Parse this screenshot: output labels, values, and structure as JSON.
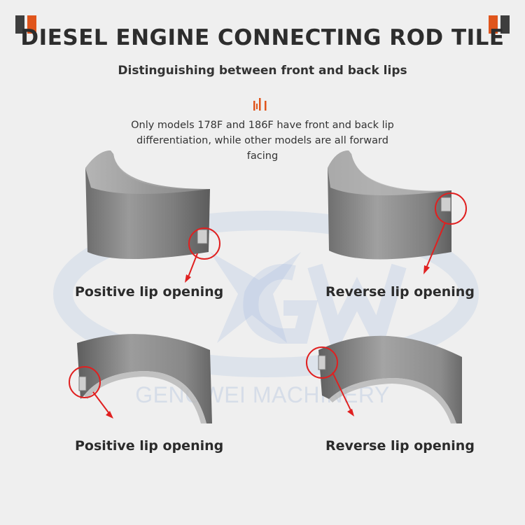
{
  "title": "DIESEL ENGINE CONNECTING ROD TILE",
  "subtitle": "Distinguishing between front and back lips",
  "note": "Only models 178F and 186F have front and back lip differentiation, while other models are all forward facing",
  "watermark": "GENGWEI MACHINERY",
  "captions": {
    "top_left": "Positive lip opening",
    "top_right": "Reverse lip opening",
    "bottom_left": "Positive lip opening",
    "bottom_right": "Reverse lip opening"
  },
  "colors": {
    "accent_orange": "#e0551c",
    "dark_block": "#3e3e3e",
    "marker_red": "#e02020"
  }
}
